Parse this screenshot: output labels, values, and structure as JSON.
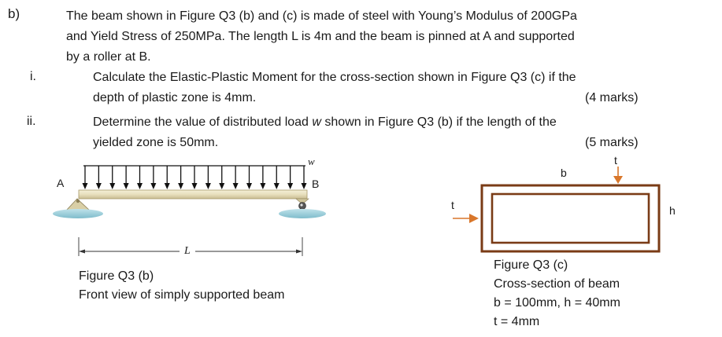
{
  "question": {
    "part_label": "b)",
    "intro_lines": [
      "The beam shown in Figure Q3 (b) and (c) is made of steel with Young’s Modulus of 200GPa",
      "and Yield Stress of 250MPa. The length L is 4m and the beam is pinned at A and supported",
      "by a roller at B."
    ],
    "subparts": [
      {
        "label": "i.",
        "lines": [
          "Calculate the Elastic-Plastic Moment for the cross-section shown in Figure Q3 (c) if the",
          "depth of plastic zone is 4mm."
        ],
        "marks": "(4 marks)"
      },
      {
        "label": "ii.",
        "line1_before": "Determine the value of distributed load ",
        "line1_var": "w",
        "line1_after": " shown in Figure Q3 (b) if the length of the",
        "line2": "yielded zone is 50mm.",
        "marks": "(5 marks)"
      }
    ]
  },
  "figure_b": {
    "load_label": "w",
    "support_a_label": "A",
    "support_b_label": "B",
    "length_label": "L",
    "caption_1": "Figure Q3  (b)",
    "caption_2": "Front view of simply supported beam"
  },
  "figure_c": {
    "width_label": "b",
    "height_label": "h",
    "thickness_label_top": "t",
    "thickness_label_left": "t",
    "caption_lines": [
      "Figure Q3  (c)",
      "Cross-section of beam",
      "b = 100mm, h = 40mm",
      "t = 4mm"
    ],
    "colors": {
      "section_outline": "#7a3b16",
      "arrow": "#d9772b"
    }
  }
}
